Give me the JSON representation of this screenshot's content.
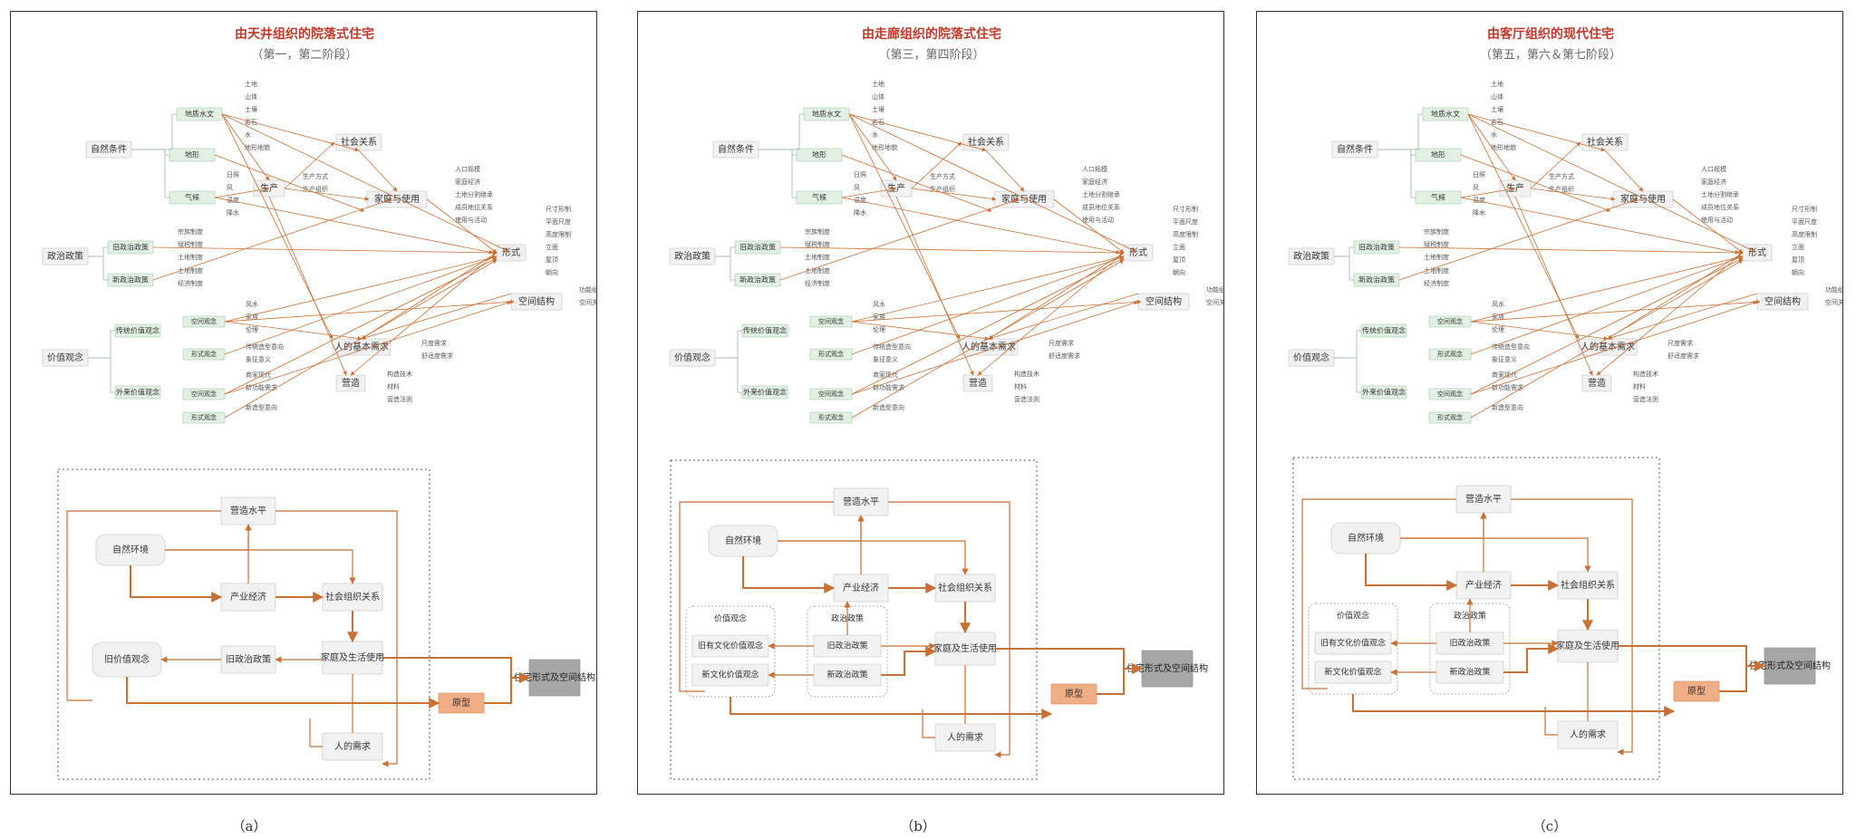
{
  "colors": {
    "title": "#c0392b",
    "subtitle": "#666666",
    "arrow": "#c87137",
    "arrow_dark": "#b85c1e",
    "box_fill": "#f2f2f2",
    "green_fill": "#e3f1e5",
    "prototype_fill": "#efae85",
    "result_fill": "#a6a6a6"
  },
  "panels": [
    {
      "title": "由天井组织的院落式住宅",
      "subtitle": "（第一，第二阶段）",
      "caption": "（a）",
      "mindmap": {
        "roots": [
          "自然条件",
          "政治政策",
          "价值观念"
        ],
        "level1": [
          "地质水文",
          "地形",
          "气候",
          "旧政治政策",
          "新政治政策",
          "传统价值观念",
          "外来价值观念"
        ],
        "level2": [
          "空间观念",
          "形式观念",
          "空间观念",
          "形式观念"
        ],
        "hubs": [
          "社会关系",
          "生产",
          "家庭与使用",
          "形式",
          "空间结构",
          "人的基本需求",
          "营造"
        ],
        "leaves_geology": [
          "土地",
          "山体",
          "土壤",
          "岩石",
          "水",
          "地形地貌"
        ],
        "leaves_climate": [
          "日照",
          "风",
          "温度",
          "降水"
        ],
        "leaves_production": [
          "生产方式",
          "生产组织"
        ],
        "leaves_policy_old": [
          "宗族制度",
          "赋税制度",
          "土地制度"
        ],
        "leaves_policy_new": [
          "土地制度",
          "经济制度"
        ],
        "leaves_space": [
          "风水",
          "家族",
          "伦理"
        ],
        "leaves_form": [
          "传统造型意向",
          "象征意义"
        ],
        "leaves_foreign_space": [
          "商家现代",
          "新功能需求"
        ],
        "leaves_foreign_form": [
          "新造型意向"
        ],
        "leaves_family": [
          "人口规模",
          "家庭经济",
          "土地分割继承",
          "成员地位关系",
          "使用与活动"
        ],
        "leaves_form_hub": [
          "尺寸形制",
          "平面尺度",
          "高度限制",
          "立面",
          "屋顶",
          "朝向"
        ],
        "leaves_structure": [
          "功能组成",
          "空间关系"
        ],
        "leaves_needs": [
          "尺度需求",
          "舒适度需求"
        ],
        "leaves_build": [
          "构造技术",
          "材料",
          "营造法则"
        ]
      },
      "flow": {
        "nature": "自然环境",
        "craft": "营造水平",
        "economy": "产业经济",
        "social": "社会组织关系",
        "old_values": "旧价值观念",
        "old_policy": "旧政治政策",
        "family": "家庭及生活使用",
        "prototype": "原型",
        "needs": "人的需求",
        "result": "住宅形式及空间结构"
      }
    },
    {
      "title": "由走廊组织的院落式住宅",
      "subtitle": "（第三，第四阶段）",
      "caption": "（b）",
      "mindmap": {
        "roots": [
          "自然条件",
          "政治政策",
          "价值观念"
        ],
        "level1": [
          "地质水文",
          "地形",
          "气候",
          "旧政治政策",
          "新政治政策",
          "传统价值观念",
          "外来价值观念"
        ],
        "level2": [
          "空间观念",
          "形式观念",
          "空间观念",
          "形式观念"
        ],
        "hubs": [
          "社会关系",
          "生产",
          "家庭与使用",
          "形式",
          "空间结构",
          "人的基本需求",
          "营造"
        ],
        "leaves_geology": [
          "土地",
          "山体",
          "土壤",
          "岩石",
          "水",
          "地形地貌"
        ],
        "leaves_climate": [
          "日照",
          "风",
          "温度",
          "降水"
        ],
        "leaves_production": [
          "生产方式",
          "生产组织"
        ],
        "leaves_policy_old": [
          "宗族制度",
          "赋税制度",
          "土地制度"
        ],
        "leaves_policy_new": [
          "土地制度",
          "经济制度"
        ],
        "leaves_space": [
          "风水",
          "家族",
          "伦理"
        ],
        "leaves_form": [
          "传统造型意向",
          "象征意义"
        ],
        "leaves_foreign_space": [
          "商家现代",
          "新功能需求"
        ],
        "leaves_foreign_form": [
          "新造型意向"
        ],
        "leaves_family": [
          "人口规模",
          "家庭经济",
          "土地分割继承",
          "成员地位关系",
          "使用与活动"
        ],
        "leaves_form_hub": [
          "尺寸形制",
          "平面尺度",
          "高度限制",
          "立面",
          "屋顶",
          "朝向"
        ],
        "leaves_structure": [
          "功能组成",
          "空间关系"
        ],
        "leaves_needs": [
          "尺度需求",
          "舒适度需求"
        ],
        "leaves_build": [
          "构造技术",
          "材料",
          "营造法则"
        ]
      },
      "flow": {
        "nature": "自然环境",
        "craft": "营造水平",
        "economy": "产业经济",
        "social": "社会组织关系",
        "values_group": "价值观念",
        "old_values": "旧有文化价值观念",
        "new_values": "新文化价值观念",
        "policy_group": "政治政策",
        "old_policy": "旧政治政策",
        "new_policy": "新政治政策",
        "family": "家庭及生活使用",
        "prototype": "原型",
        "needs": "人的需求",
        "result": "住宅形式及空间结构"
      }
    },
    {
      "title": "由客厅组织的现代住宅",
      "subtitle": "（第五，第六＆第七阶段）",
      "caption": "（c）",
      "mindmap": {
        "roots": [
          "自然条件",
          "政治政策",
          "价值观念"
        ],
        "level1": [
          "地质水文",
          "地形",
          "气候",
          "旧政治政策",
          "新政治政策",
          "传统价值观念",
          "外来价值观念"
        ],
        "level2": [
          "空间观念",
          "形式观念",
          "空间观念",
          "形式观念"
        ],
        "hubs": [
          "社会关系",
          "生产",
          "家庭与使用",
          "形式",
          "空间结构",
          "人的基本需求",
          "营造"
        ],
        "leaves_geology": [
          "土地",
          "山体",
          "土壤",
          "岩石",
          "水",
          "地形地貌"
        ],
        "leaves_climate": [
          "日照",
          "风",
          "温度",
          "降水"
        ],
        "leaves_production": [
          "生产方式",
          "生产组织"
        ],
        "leaves_policy_old": [
          "宗族制度",
          "赋税制度",
          "土地制度"
        ],
        "leaves_policy_new": [
          "土地制度",
          "经济制度"
        ],
        "leaves_space": [
          "风水",
          "家族",
          "伦理"
        ],
        "leaves_form": [
          "传统造型意向",
          "象征意义"
        ],
        "leaves_foreign_space": [
          "商家现代",
          "新功能需求"
        ],
        "leaves_foreign_form": [
          "新造型意向"
        ],
        "leaves_family": [
          "人口规模",
          "家庭经济",
          "土地分割继承",
          "成员地位关系",
          "使用与活动"
        ],
        "leaves_form_hub": [
          "尺寸形制",
          "平面尺度",
          "高度限制",
          "立面",
          "屋顶",
          "朝向"
        ],
        "leaves_structure": [
          "功能组成",
          "空间关系"
        ],
        "leaves_needs": [
          "尺度需求",
          "舒适度需求"
        ],
        "leaves_build": [
          "构造技术",
          "材料",
          "营造法则"
        ]
      },
      "flow": {
        "nature": "自然环境",
        "craft": "营造水平",
        "economy": "产业经济",
        "social": "社会组织关系",
        "values_group": "价值观念",
        "old_values": "旧有文化价值观念",
        "new_values": "新文化价值观念",
        "policy_group": "政治政策",
        "old_policy": "旧政治政策",
        "new_policy": "新政治政策",
        "family": "家庭及生活使用",
        "prototype": "原型",
        "needs": "人的需求",
        "result": "住宅形式及空间结构"
      }
    }
  ]
}
